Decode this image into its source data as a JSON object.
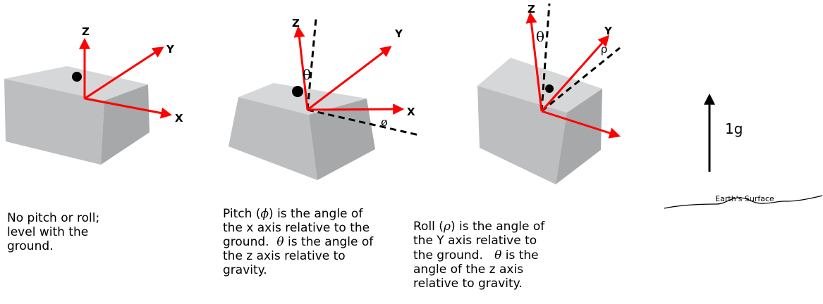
{
  "panel_level": {
    "axes": {
      "z": "Z",
      "y": "Y",
      "x": "X"
    },
    "caption": [
      "No pitch or roll;",
      "level with the",
      "ground."
    ]
  },
  "panel_pitch": {
    "axes": {
      "z": "Z",
      "y": "Y",
      "x": "X"
    },
    "theta_symbol": "θ",
    "phi_symbol": "ø",
    "caption_parts": [
      [
        "Pitch (",
        "ϕ",
        ") is the angle of"
      ],
      [
        "the x axis relative to the"
      ],
      [
        "ground.  ",
        "θ",
        " is the angle of"
      ],
      [
        "the z axis relative to"
      ],
      [
        "gravity."
      ]
    ]
  },
  "panel_roll": {
    "axes": {
      "z": "Z",
      "y": "Y"
    },
    "theta_symbol": "θ",
    "rho_symbol": "ρ",
    "caption_parts": [
      [
        "Roll (",
        "ρ",
        ") is the angle of"
      ],
      [
        "the Y axis relative to"
      ],
      [
        "the ground.   ",
        "θ",
        " is the"
      ],
      [
        "angle of the z axis"
      ],
      [
        "relative to gravity."
      ]
    ]
  },
  "gravity": {
    "label": "1g",
    "surface_label": "Earth's Surface"
  },
  "colors": {
    "axis": "#ff0000",
    "box_top": "#d5d7d8",
    "box_left": "#bbbdbe",
    "box_right": "#a4a6a7"
  }
}
